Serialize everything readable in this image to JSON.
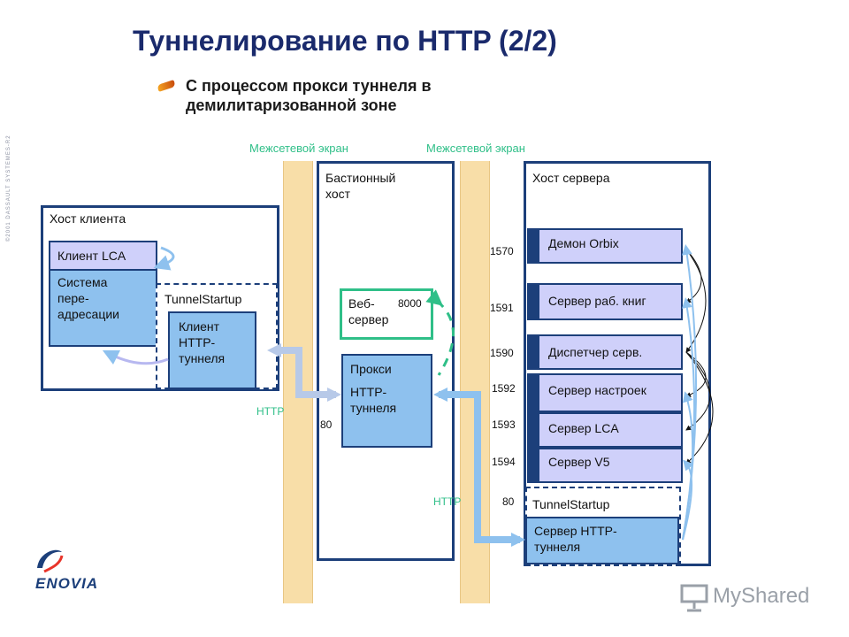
{
  "title": "Туннелирование по HTTP (2/2)",
  "subtitle": "С процессом прокси туннеля в демилитаризованной зоне",
  "side_text": "©2001 DASSAULT SYSTEMES-R2",
  "firewall_labels": [
    "Межсетевой экран",
    "Межсетевой экран"
  ],
  "client_host": {
    "title": "Хост клиента",
    "lca_client": "Клиент LCA",
    "redirect_system": "Система пере-адресации",
    "tunnel_startup": "TunnelStartup",
    "http_tunnel_client": "Клиент HTTP-туннеля"
  },
  "bastion_host": {
    "title": "Бастионный хост",
    "web_server": "Веб-сервер",
    "web_port": "8000",
    "proxy_title": "Прокси",
    "proxy_sub": "HTTP-туннеля",
    "proxy_port": "80"
  },
  "server_host": {
    "title": "Хост сервера",
    "services": [
      {
        "port": "1570",
        "label": "Демон Orbix"
      },
      {
        "port": "1591",
        "label": "Сервер раб. книг"
      },
      {
        "port": "1590",
        "label": "Диспетчер серв."
      },
      {
        "port": "1592",
        "label": "Сервер настроек"
      },
      {
        "port": "1593",
        "label": "Сервер LCA"
      },
      {
        "port": "1594",
        "label": "Сервер V5"
      }
    ],
    "tunnel_startup": "TunnelStartup",
    "tunnel_server": "Сервер HTTP-туннеля",
    "tunnel_port": "80"
  },
  "http_labels": [
    "HTTP",
    "HTTP"
  ],
  "logo": "ENOVIA",
  "watermark": "MyShared",
  "colors": {
    "navy": "#1c3f7a",
    "component": "#cfd0fa",
    "tunnel": "#8ec1ee",
    "firewall": "#f8dea8",
    "accent_green": "#2fbf88"
  }
}
